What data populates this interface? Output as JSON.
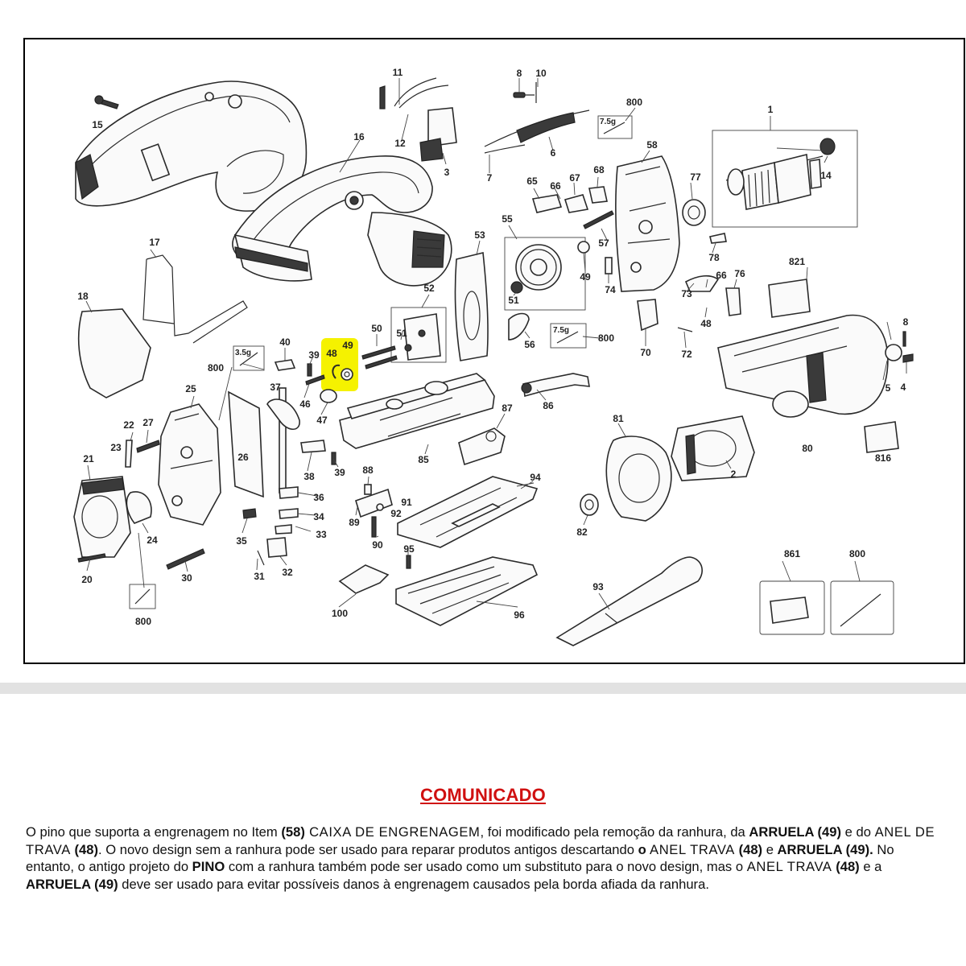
{
  "diagram": {
    "highlight_color": "#f5f200",
    "labels": {
      "p1": "1",
      "p2": "2",
      "p3": "3",
      "p4": "4",
      "p5": "5",
      "p6": "6",
      "p7": "7",
      "p8a": "8",
      "p8b": "8",
      "p10": "10",
      "p11": "11",
      "p12": "12",
      "p14": "14",
      "p15": "15",
      "p16": "16",
      "p17": "17",
      "p18": "18",
      "p20": "20",
      "p21": "21",
      "p22": "22",
      "p23": "23",
      "p24": "24",
      "p25": "25",
      "p26": "26",
      "p27": "27",
      "p30": "30",
      "p31": "31",
      "p32": "32",
      "p33": "33",
      "p34": "34",
      "p35": "35",
      "p36": "36",
      "p37": "37",
      "p38": "38",
      "p39a": "39",
      "p39b": "39",
      "p40": "40",
      "p46": "46",
      "p47": "47",
      "p48a": "48",
      "p48b": "48",
      "p49a": "49",
      "p49b": "49",
      "p50": "50",
      "p51a": "51",
      "p51b": "51",
      "p52": "52",
      "p53": "53",
      "p55": "55",
      "p56": "56",
      "p57": "57",
      "p58": "58",
      "p65": "65",
      "p66a": "66",
      "p66b": "66",
      "p67": "67",
      "p68": "68",
      "p70": "70",
      "p72": "72",
      "p73": "73",
      "p74": "74",
      "p76": "76",
      "p77": "77",
      "p78": "78",
      "p80": "80",
      "p81": "81",
      "p82": "82",
      "p85": "85",
      "p86": "86",
      "p87": "87",
      "p88": "88",
      "p89": "89",
      "p90": "90",
      "p91": "91",
      "p92": "92",
      "p93": "93",
      "p94": "94",
      "p95": "95",
      "p96": "96",
      "p100": "100",
      "p800a": "800",
      "p800b": "800",
      "p800c": "800",
      "p800d": "800",
      "p800e": "800",
      "p816": "816",
      "p821": "821",
      "p861": "861",
      "g35a": "3.5g",
      "g75a": "7.5g",
      "g75b": "7.5g"
    }
  },
  "notice": {
    "title": "COMUNICADO",
    "body": {
      "s1": "O pino que suporta a engrenagem no Item ",
      "s2": "(58)",
      "s3": " CAIXA DE ENGRENAGEM",
      "s4": ", foi modificado pela remoção da ranhura, da ",
      "s5": "ARRUELA (49)",
      "s6": " e do ",
      "s7": "ANEL DE TRAVA",
      "s8": " (48)",
      "s9": ". O novo design sem a ranhura pode ser usado para reparar produtos antigos descartando ",
      "s10": "o",
      "s11": " ANEL TRAVA",
      "s12": " (48)",
      "s13": " e ",
      "s14": "ARRUELA (49).",
      "s15": " No entanto, o antigo projeto do ",
      "s16": "PINO",
      "s17": " com a ranhura também pode ser usado como um substituto para o novo design, mas o ",
      "s18": "ANEL TRAVA",
      "s19": " (48)",
      "s20": " e a ",
      "s21": "ARRUELA (49)",
      "s22": " deve ser usado para evitar possíveis danos à engrenagem causados pela borda afiada da ranhura."
    }
  }
}
